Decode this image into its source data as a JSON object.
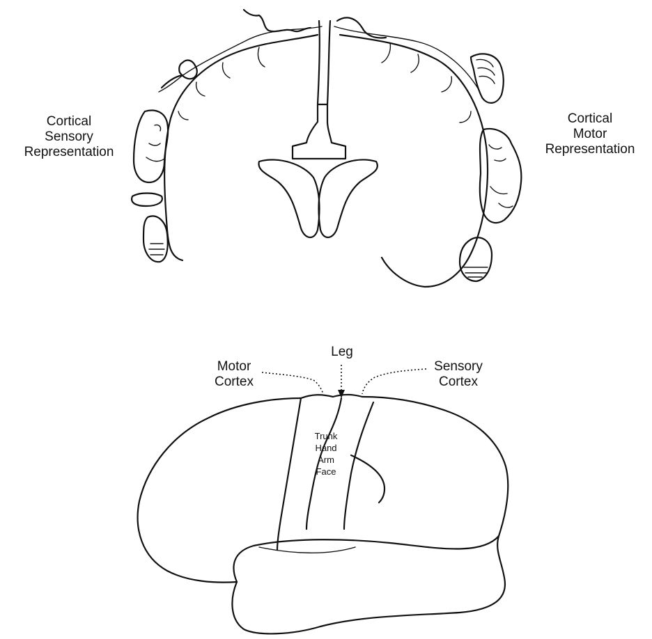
{
  "coronal_view": {
    "left_label": [
      "Cortical",
      "Sensory",
      "Representation"
    ],
    "right_label": [
      "Cortical",
      "Motor",
      "Representation"
    ]
  },
  "lateral_view": {
    "motor_label": [
      "Motor",
      "Cortex"
    ],
    "leg_label": "Leg",
    "sensory_label": [
      "Sensory",
      "Cortex"
    ],
    "strip_labels": [
      "Trunk",
      "Hand",
      "Arm",
      "Face"
    ]
  },
  "colors": {
    "ink": "#111111",
    "background": "#ffffff"
  }
}
